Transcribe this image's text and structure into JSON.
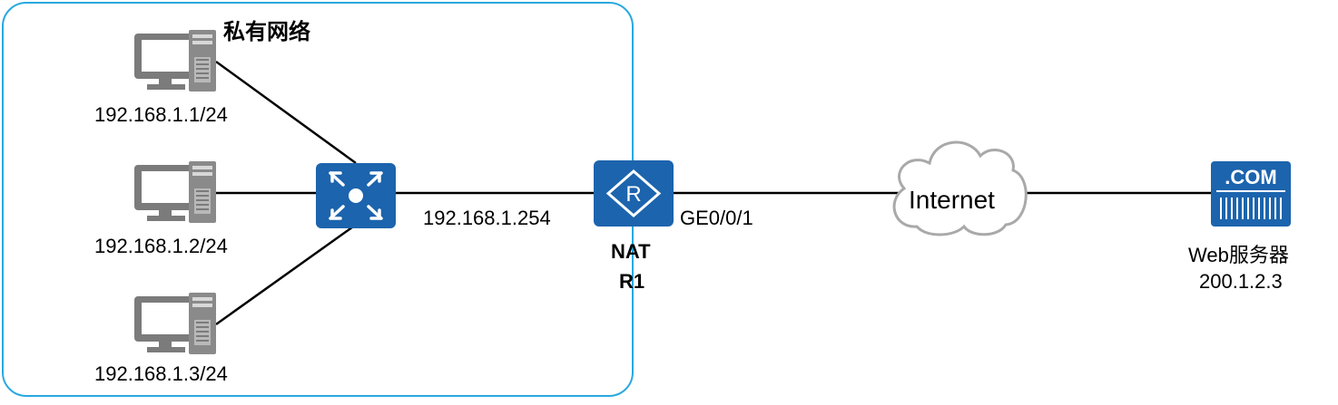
{
  "zone": {
    "title": "私有网络"
  },
  "hosts": [
    {
      "ip": "192.168.1.1/24"
    },
    {
      "ip": "192.168.1.2/24"
    },
    {
      "ip": "192.168.1.3/24"
    }
  ],
  "router": {
    "inside_ip": "192.168.1.254",
    "role": "NAT",
    "name": "R1",
    "outside_interface": "GE0/0/1",
    "icon_glyph": "R"
  },
  "cloud": {
    "label": "Internet"
  },
  "server": {
    "badge": ".COM",
    "name": "Web服务器",
    "ip": "200.1.2.3"
  },
  "colors": {
    "zone_border": "#29a8e0",
    "device_blue": "#1c64ad",
    "pc_gray": "#7b7b7b",
    "cloud_stroke": "#a9a9a9",
    "link": "#000000"
  }
}
